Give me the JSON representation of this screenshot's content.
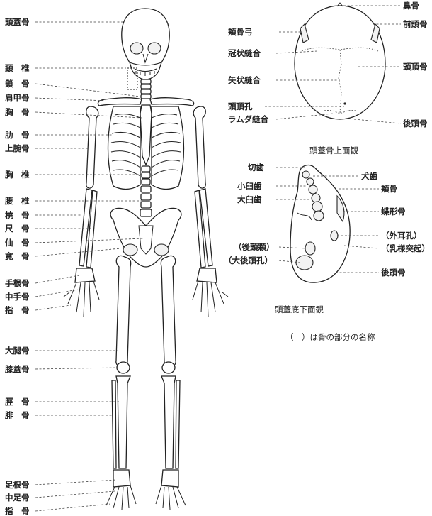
{
  "skeleton_labels": [
    "頭蓋骨",
    "頸　椎",
    "鎖　骨",
    "肩甲骨",
    "胸　骨",
    "肋　骨",
    "上腕骨",
    "胸　椎",
    "腰　椎",
    "橈　骨",
    "尺　骨",
    "仙　骨",
    "寛　骨",
    "手根骨",
    "中手骨",
    "指　骨",
    "大腿骨",
    "膝蓋骨",
    "脛　骨",
    "腓　骨",
    "足根骨",
    "中足骨",
    "指　骨"
  ],
  "skull_top": {
    "left_labels": [
      "頬骨弓",
      "冠状縫合",
      "矢状縫合",
      "頭頂孔",
      "ラムダ縫合"
    ],
    "right_labels": [
      "鼻骨",
      "前頭骨",
      "頭頂骨",
      "後頭骨"
    ],
    "caption": "頭蓋骨上面観"
  },
  "skull_base": {
    "left_labels": [
      "切歯",
      "小臼歯",
      "大臼歯",
      "（後頭顆）",
      "（大後頭孔）"
    ],
    "right_labels": [
      "犬歯",
      "頬骨",
      "蝶形骨",
      "（外耳孔）",
      "（乳様突起）",
      "後頭骨"
    ],
    "caption": "頭蓋底下面観"
  },
  "note": "（　）は骨の部分の名称"
}
